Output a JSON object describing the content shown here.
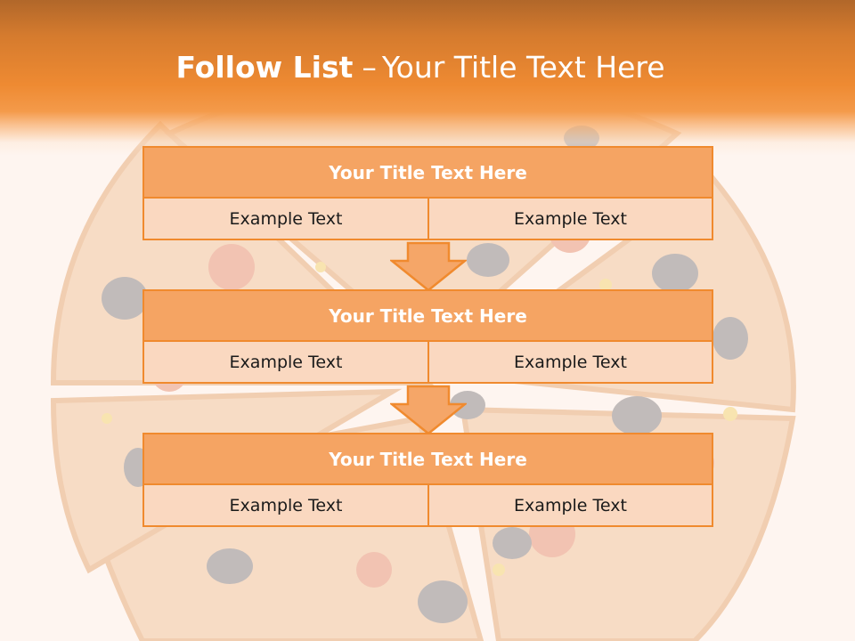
{
  "slide": {
    "title_bold": "Follow List",
    "title_separator": "–",
    "title_rest": "Your Title Text Here"
  },
  "blocks": [
    {
      "title": "Your Title Text Here",
      "left_text": "Example Text",
      "right_text": "Example Text"
    },
    {
      "title": "Your Title Text Here",
      "left_text": "Example Text",
      "right_text": "Example Text"
    },
    {
      "title": "Your Title Text Here",
      "left_text": "Example Text",
      "right_text": "Example Text"
    }
  ],
  "colors": {
    "header_orange": "#ee8a32",
    "block_border": "#f08a2e",
    "block_head_fill": "#f5a668",
    "block_cell_fill": "#fbdecb",
    "arrow_fill": "#f5a668"
  },
  "background_image": "pizza-slices"
}
